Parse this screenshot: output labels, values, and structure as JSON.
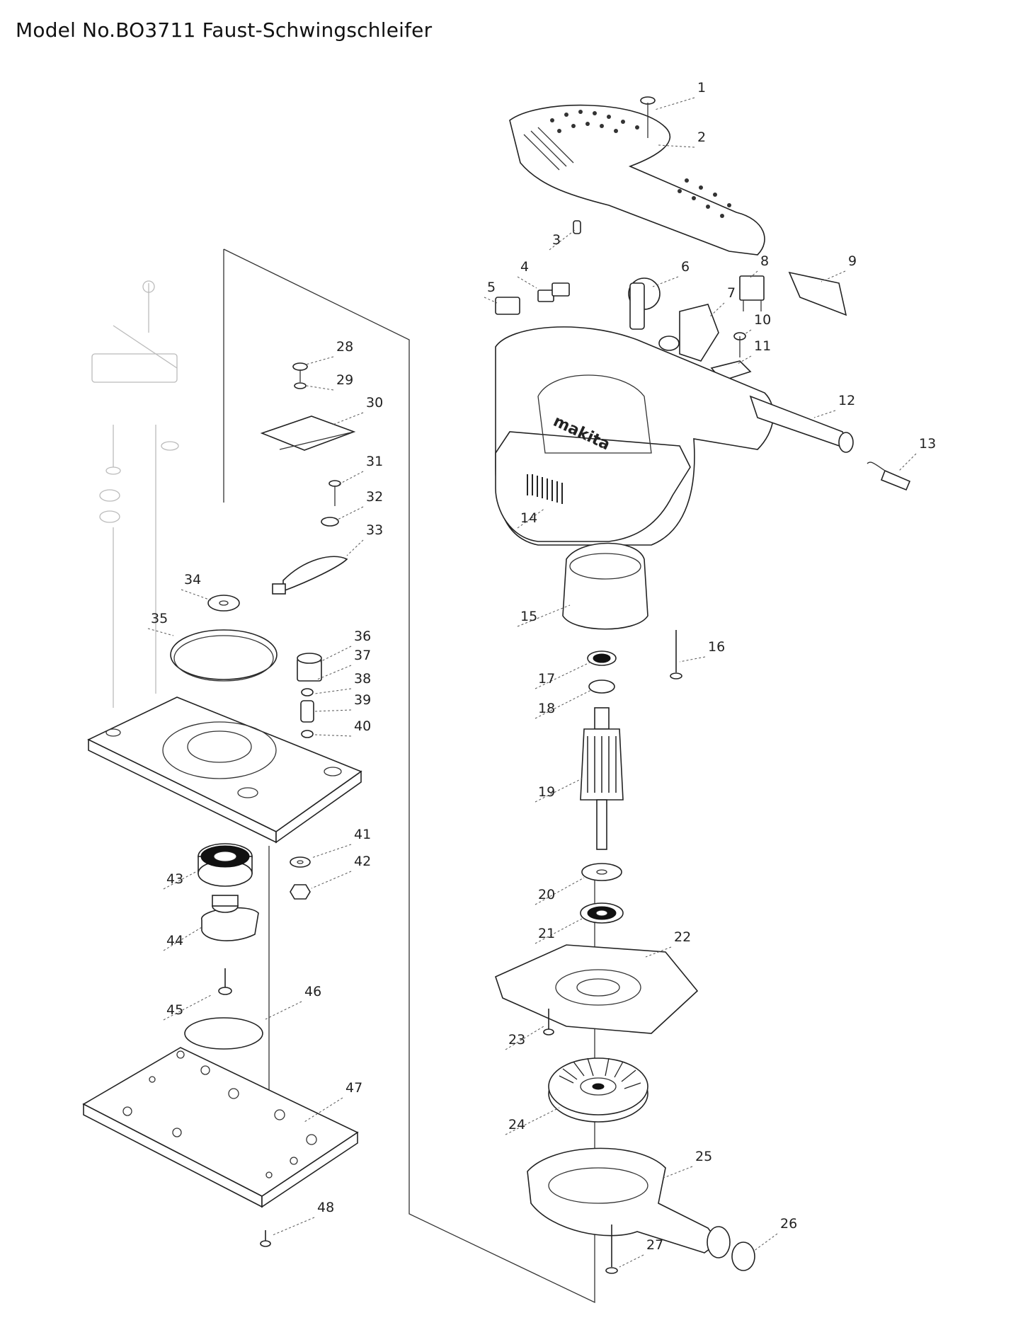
{
  "header": {
    "title": "Model No.BO3711 Faust-Schwingschleifer"
  },
  "callouts": [
    "1",
    "2",
    "3",
    "4",
    "5",
    "6",
    "7",
    "8",
    "9",
    "10",
    "11",
    "12",
    "13",
    "14",
    "15",
    "16",
    "17",
    "18",
    "19",
    "20",
    "21",
    "22",
    "23",
    "24",
    "25",
    "26",
    "27",
    "28",
    "29",
    "30",
    "31",
    "32",
    "33",
    "34",
    "35",
    "36",
    "37",
    "38",
    "39",
    "40",
    "41",
    "42",
    "43",
    "44",
    "45",
    "46",
    "47",
    "48"
  ],
  "motor_label": "makita"
}
